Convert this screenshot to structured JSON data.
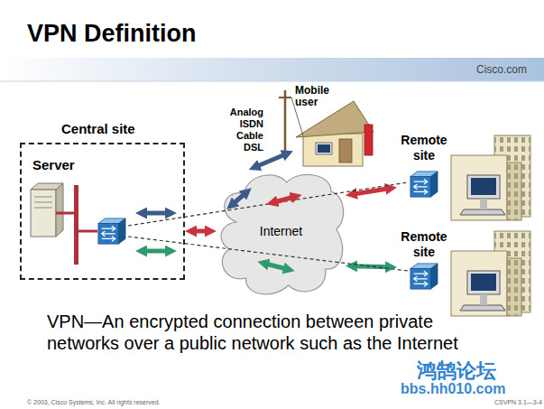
{
  "diagram": {
    "title": "VPN Definition",
    "caption": "VPN—An encrypted connection between private networks over a public network such as the Internet",
    "nodes": [
      {
        "text": [
          "Central site"
        ]
      },
      {
        "text": [
          "Server"
        ],
        "in": 0
      },
      {
        "text": [
          "Internet"
        ]
      },
      {
        "text": [
          "Mobile user"
        ]
      },
      {
        "text": [
          "Remote site"
        ]
      },
      {
        "text": [
          "Remote site"
        ]
      }
    ],
    "edges": [
      {
        "from": 0,
        "to": 2,
        "arrow": "both"
      },
      {
        "from": 2,
        "to": 3,
        "arrow": "both"
      },
      {
        "from": 2,
        "to": 4,
        "arrow": "both"
      },
      {
        "from": 2,
        "to": 5,
        "arrow": "both"
      }
    ],
    "labels": [
      "Cisco.com",
      "Analog ISDN Cable DSL",
      "鸿鹄论坛",
      "bbs.hh010.com",
      "© 2003, Cisco Systems, Inc. All rights reserved.",
      "CSVPN 3.1—3-4"
    ]
  }
}
